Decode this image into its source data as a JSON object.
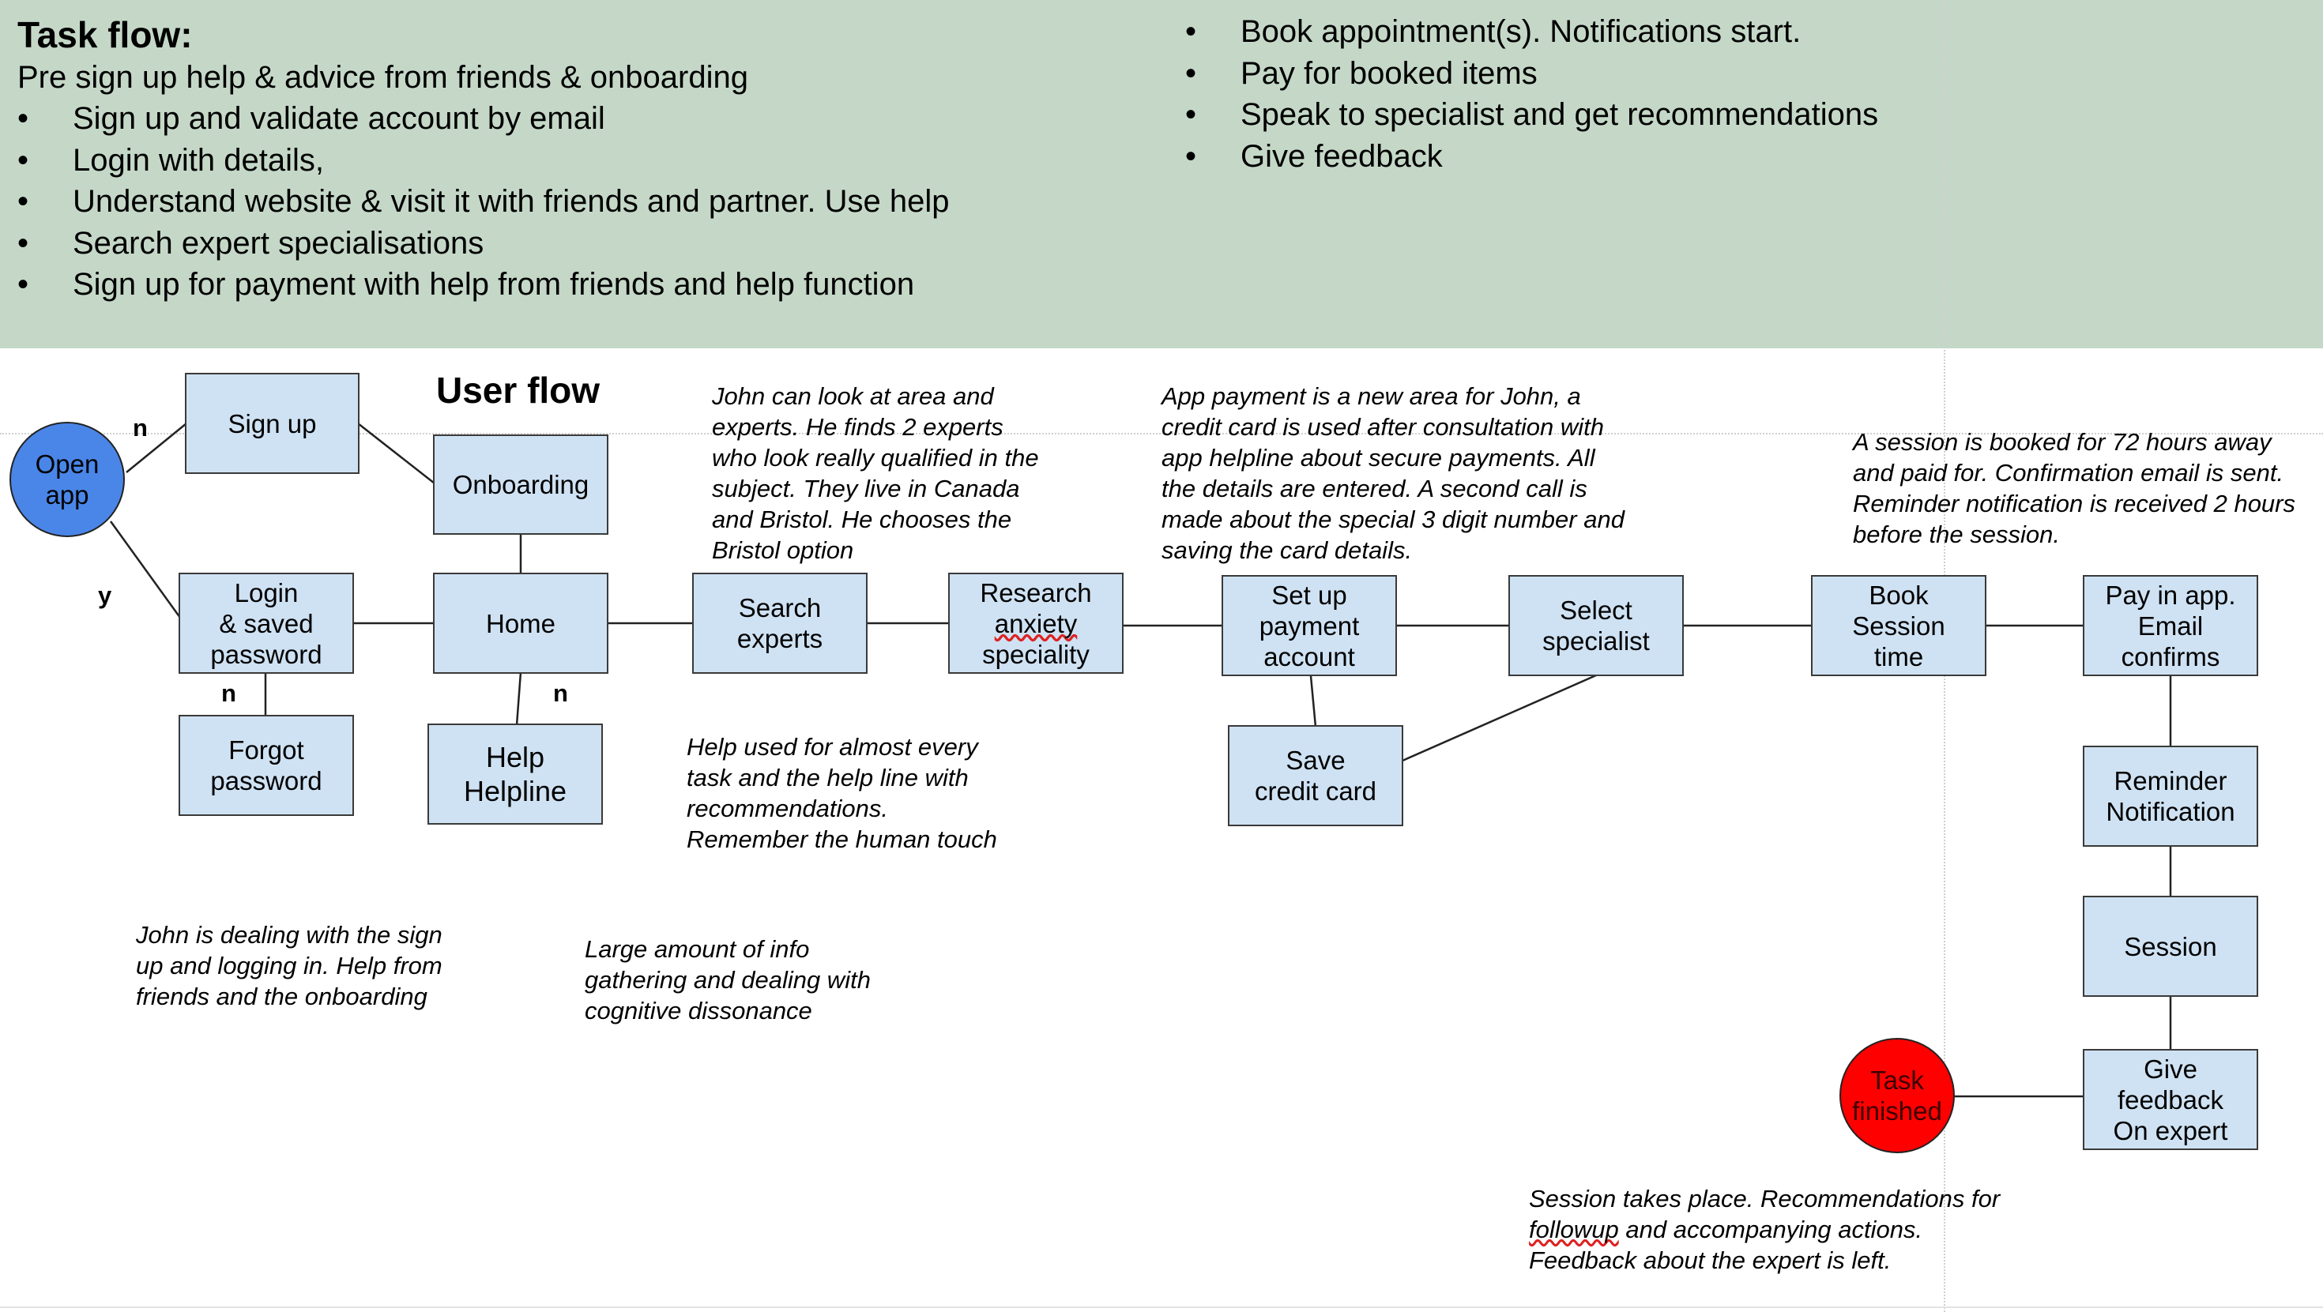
{
  "task_flow": {
    "title": "Task flow:",
    "subtitle": "Pre sign up help & advice from friends & onboarding",
    "left_items": [
      "Sign up and validate account by email",
      "Login with details,",
      "Understand website & visit it with friends and partner. Use help",
      "Search expert specialisations",
      "Sign up for payment with help from friends and help function"
    ],
    "right_items": [
      "Book appointment(s). Notifications start.",
      "Pay for booked items",
      "Speak to specialist and get recommendations",
      "Give feedback"
    ]
  },
  "user_flow": {
    "title": "User flow",
    "start": "Open\napp",
    "end": "Task\nfinished",
    "nodes": {
      "signup": "Sign up",
      "onboarding": "Onboarding",
      "login": "Login\n& saved\npassword",
      "home": "Home",
      "forgot": "Forgot\npassword",
      "help": "Help\nHelpline",
      "search": "Search\nexperts",
      "research_line1": "Research",
      "research_line2": "anxiety",
      "research_line3": "speciality",
      "setup_payment": "Set up\npayment\naccount",
      "save_card": "Save\ncredit card",
      "select_specialist": "Select\nspecialist",
      "book_session": "Book\nSession\ntime",
      "pay_in_app": "Pay in app.\nEmail\nconfirms",
      "reminder": "Reminder\nNotification",
      "session": "Session",
      "feedback": "Give\nfeedback\nOn expert"
    },
    "edge_labels": {
      "start_no": "n",
      "start_yes": "y",
      "login_no": "n",
      "home_no": "n"
    },
    "notes": {
      "search_note": "John can look at area and\nexperts. He finds 2 experts\nwho look really qualified in the\nsubject. They live in Canada\nand Bristol. He chooses the\nBristol option",
      "payment_note": "App payment is a new area for John, a\ncredit card is used after consultation with\napp helpline about secure payments. All\nthe details are entered. A second call is\nmade about the special 3 digit number and\nsaving the card details.",
      "booking_note": "A session is booked for 72 hours away\nand paid for. Confirmation email is sent.\nReminder notification is received 2 hours\nbefore the session.",
      "help_note": "Help used for almost every\ntask and the help line with\nrecommendations.\nRemember the human touch",
      "signup_note": "John is dealing with the sign\nup and logging in. Help from\nfriends and the onboarding",
      "info_note": "Large amount of info\ngathering and dealing with\ncognitive dissonance",
      "session_note_line1": "Session takes place. Recommendations for",
      "session_note_word": "followup",
      "session_note_line2_rest": " and accompanying actions.",
      "session_note_line3": "Feedback about the expert is left."
    }
  },
  "colors": {
    "banner": "#c5d8c8",
    "box_fill": "#cfe2f3",
    "start_fill": "#4a86e8",
    "end_fill": "#ff0000"
  }
}
